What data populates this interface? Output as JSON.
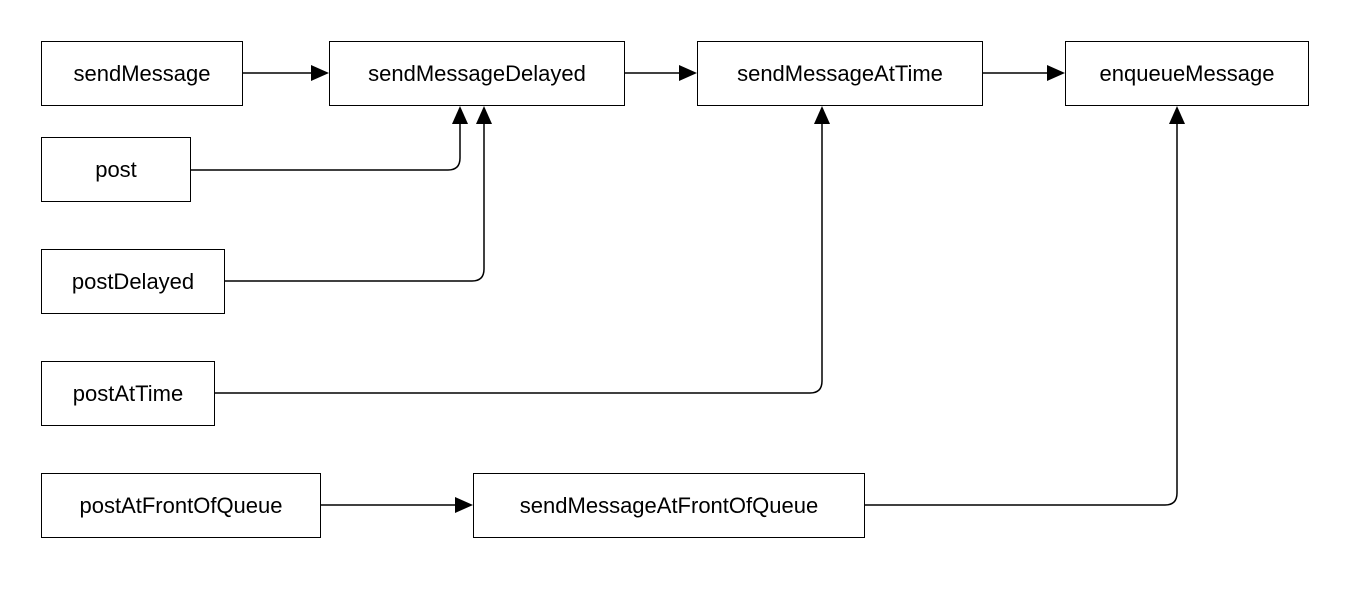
{
  "nodes": {
    "sendMessage": "sendMessage",
    "sendMessageDelayed": "sendMessageDelayed",
    "sendMessageAtTime": "sendMessageAtTime",
    "enqueueMessage": "enqueueMessage",
    "post": "post",
    "postDelayed": "postDelayed",
    "postAtTime": "postAtTime",
    "postAtFrontOfQueue": "postAtFrontOfQueue",
    "sendMessageAtFrontOfQueue": "sendMessageAtFrontOfQueue"
  },
  "edges": [
    {
      "from": "sendMessage",
      "to": "sendMessageDelayed"
    },
    {
      "from": "sendMessageDelayed",
      "to": "sendMessageAtTime"
    },
    {
      "from": "sendMessageAtTime",
      "to": "enqueueMessage"
    },
    {
      "from": "post",
      "to": "sendMessageDelayed"
    },
    {
      "from": "postDelayed",
      "to": "sendMessageDelayed"
    },
    {
      "from": "postAtTime",
      "to": "sendMessageAtTime"
    },
    {
      "from": "postAtFrontOfQueue",
      "to": "sendMessageAtFrontOfQueue"
    },
    {
      "from": "sendMessageAtFrontOfQueue",
      "to": "enqueueMessage"
    }
  ],
  "colors": {
    "stroke": "#000000",
    "background": "#ffffff"
  }
}
